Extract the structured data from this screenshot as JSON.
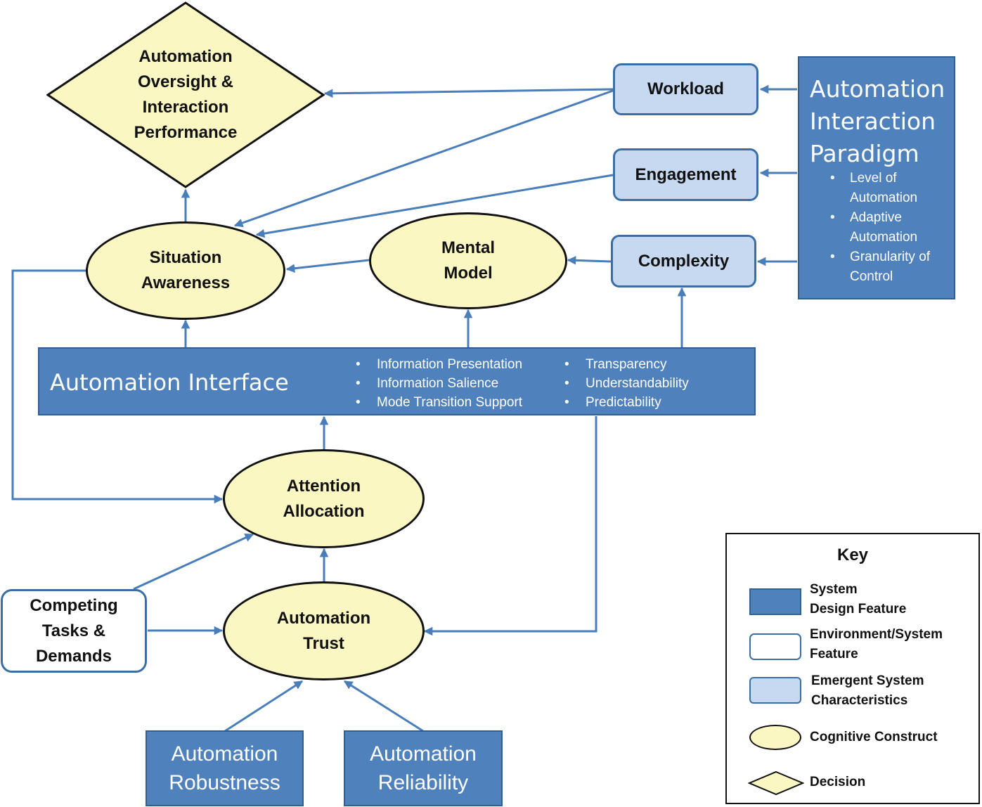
{
  "nodes": {
    "decision": {
      "lines": [
        "Automation",
        "Oversight &",
        "Interaction",
        "Performance"
      ]
    },
    "workload": {
      "label": "Workload"
    },
    "engagement": {
      "label": "Engagement"
    },
    "complexity": {
      "label": "Complexity"
    },
    "situation_awareness": {
      "lines": [
        "Situation",
        "Awareness"
      ]
    },
    "mental_model": {
      "lines": [
        "Mental",
        "Model"
      ]
    },
    "attention_allocation": {
      "lines": [
        "Attention",
        "Allocation"
      ]
    },
    "automation_trust": {
      "lines": [
        "Automation",
        "Trust"
      ]
    },
    "competing_tasks": {
      "lines": [
        "Competing",
        "Tasks &",
        "Demands"
      ]
    },
    "robustness": {
      "lines": [
        "Automation",
        "Robustness"
      ]
    },
    "reliability": {
      "lines": [
        "Automation",
        "Reliability"
      ]
    }
  },
  "paradigm": {
    "title_lines": [
      "Automation",
      "Interaction",
      "Paradigm"
    ],
    "bullets": [
      [
        "Level of",
        "Automation"
      ],
      [
        "Adaptive",
        "Automation"
      ],
      [
        "Granularity of",
        "Control"
      ]
    ]
  },
  "interface": {
    "title": "Automation Interface",
    "bullets_col1": [
      "Information Presentation",
      "Information Salience",
      "Mode Transition Support"
    ],
    "bullets_col2": [
      "Transparency",
      "Understandability",
      "Predictability"
    ]
  },
  "key": {
    "title": "Key",
    "items": [
      {
        "shape": "system",
        "lines": [
          "System",
          "Design Feature"
        ]
      },
      {
        "shape": "environment",
        "lines": [
          "Environment/System",
          "Feature"
        ]
      },
      {
        "shape": "emergent",
        "lines": [
          "Emergent System",
          "Characteristics"
        ]
      },
      {
        "shape": "oval",
        "lines": [
          "Cognitive Construct"
        ]
      },
      {
        "shape": "diamond",
        "lines": [
          "Decision"
        ]
      }
    ]
  },
  "colors": {
    "system_fill": "#4f81bd",
    "emergent_fill": "#c6d9f1",
    "cognitive_fill": "#faf7c2",
    "decision_fill": "#faf7c2",
    "arrow": "#4a7ebb"
  }
}
